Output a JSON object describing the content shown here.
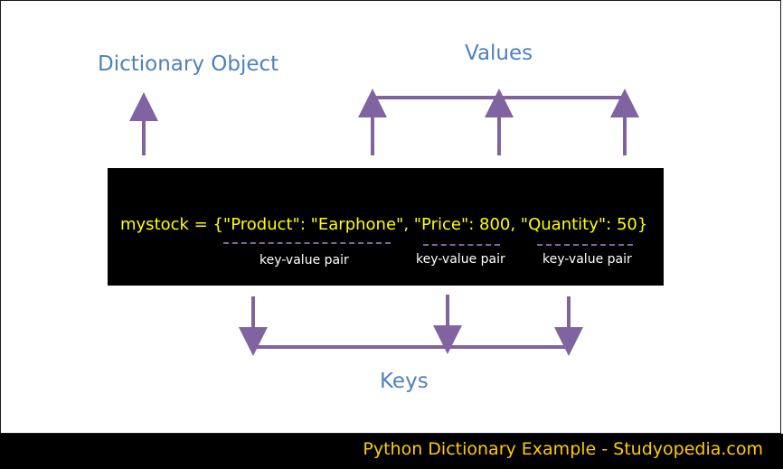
{
  "labels": {
    "dictionary_object": "Dictionary Object",
    "values": "Values",
    "keys": "Keys"
  },
  "code": {
    "line": "mystock = {\"Product\": \"Earphone\", \"Price\": 800, \"Quantity\": 50}"
  },
  "pairs": [
    {
      "label": "key-value pair"
    },
    {
      "label": "key-value pair"
    },
    {
      "label": "key-value pair"
    }
  ],
  "footer": {
    "text": "Python Dictionary Example - Studyopedia.com"
  },
  "colors": {
    "label_blue": "#4f81bd",
    "arrow_purple": "#8064a2",
    "code_text": "#ffff00",
    "footer_text": "#ffcc00"
  }
}
